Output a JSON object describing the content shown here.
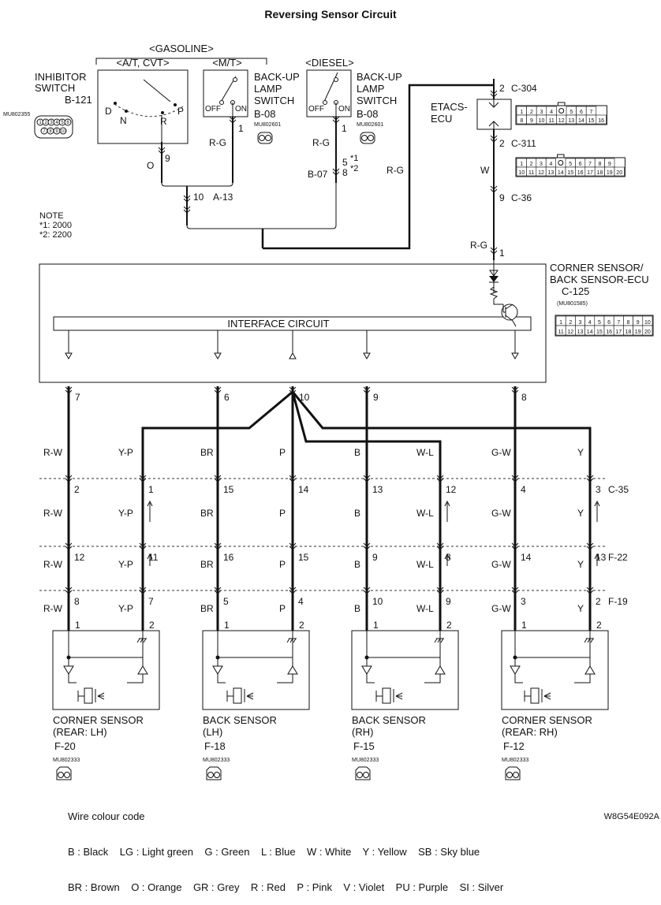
{
  "title": "Reversing Sensor Circuit",
  "variants": {
    "gasoline": "<GASOLINE>",
    "at_cvt": "<A/T, CVT>",
    "mt": "<M/T>",
    "diesel": "<DIESEL>"
  },
  "inhibitor": {
    "name1": "INHIBITOR",
    "name2": "SWITCH",
    "code": "B-121",
    "part": "MU802355",
    "pins": [
      "D",
      "N",
      "R",
      "P"
    ],
    "pin_row1": [
      "1",
      "2",
      "3",
      "4",
      "5",
      "6"
    ],
    "pin_row2": [
      "7",
      "8",
      "9",
      "10"
    ]
  },
  "backup_mt": {
    "l1": "BACK-UP",
    "l2": "LAMP",
    "l3": "SWITCH",
    "code": "B-08",
    "part": "MU802601",
    "off": "OFF",
    "on": "ON",
    "pin": "1",
    "wire": "R-G"
  },
  "backup_diesel": {
    "l1": "BACK-UP",
    "l2": "LAMP",
    "l3": "SWITCH",
    "code": "B-08",
    "part": "MU802601",
    "off": "OFF",
    "on": "ON",
    "pin": "1",
    "wire": "R-G"
  },
  "connector_b07": {
    "code": "B-07",
    "pin1": "5",
    "mark1": "*1",
    "pin2": "8",
    "mark2": "*2"
  },
  "inhib_out": {
    "wire": "O",
    "pin": "9"
  },
  "connector_a13": {
    "pin": "10",
    "code": "A-13"
  },
  "etacs": {
    "l1": "ETACS-",
    "l2": "ECU",
    "c304_pin": "2",
    "c304": "C-304",
    "c311_pin": "2",
    "c311": "C-311",
    "wire": "W",
    "c36_pin": "9",
    "c36": "C-36",
    "wire_rg": "R-G",
    "wire_rg2": "R-G",
    "ecu_pin": "1",
    "c304_row1": [
      "1",
      "2",
      "3",
      "4",
      "",
      "5",
      "6",
      "7"
    ],
    "c304_row2": [
      "8",
      "9",
      "10",
      "11",
      "12",
      "13",
      "14",
      "15",
      "16"
    ],
    "c311_row1": [
      "1",
      "2",
      "3",
      "4",
      "",
      "5",
      "6",
      "7",
      "8",
      "9"
    ],
    "c311_row2": [
      "10",
      "11",
      "12",
      "13",
      "14",
      "15",
      "16",
      "17",
      "18",
      "19",
      "20"
    ]
  },
  "note": {
    "title": "NOTE",
    "n1": "*1: 2000",
    "n2": "*2: 2200"
  },
  "ecu": {
    "l1": "CORNER SENSOR/",
    "l2": "BACK SENSOR-ECU",
    "code": "C-125",
    "part": "(MU801585)",
    "interface": "INTERFACE CIRCUIT",
    "row1": [
      "1",
      "2",
      "3",
      "4",
      "5",
      "6",
      "7",
      "8",
      "9",
      "10"
    ],
    "row2": [
      "11",
      "12",
      "13",
      "14",
      "15",
      "16",
      "17",
      "18",
      "19",
      "20"
    ]
  },
  "ecu_pins": [
    "7",
    "6",
    "10",
    "9",
    "8"
  ],
  "wire_labels": [
    "R-W",
    "Y-P",
    "BR",
    "P",
    "B",
    "W-L",
    "G-W",
    "Y"
  ],
  "c35": {
    "code": "C-35",
    "pins": [
      "2",
      "1",
      "15",
      "14",
      "13",
      "12",
      "4",
      "3"
    ]
  },
  "f22": {
    "code": "F-22",
    "pins": [
      "12",
      "11",
      "16",
      "15",
      "9",
      "8",
      "14",
      "13"
    ]
  },
  "f19": {
    "code": "F-19",
    "pins": [
      "8",
      "7",
      "5",
      "4",
      "10",
      "9",
      "3",
      "2"
    ]
  },
  "sensors": [
    {
      "l1": "CORNER SENSOR",
      "l2": "(REAR: LH)",
      "code": "F-20",
      "part": "MU802333",
      "p1": "1",
      "p2": "2"
    },
    {
      "l1": "BACK SENSOR",
      "l2": "(LH)",
      "code": "F-18",
      "part": "MU802333",
      "p1": "1",
      "p2": "2"
    },
    {
      "l1": "BACK SENSOR",
      "l2": "(RH)",
      "code": "F-15",
      "part": "MU802333",
      "p1": "1",
      "p2": "2"
    },
    {
      "l1": "CORNER SENSOR",
      "l2": "(REAR: RH)",
      "code": "F-12",
      "part": "MU802333",
      "p1": "1",
      "p2": "2"
    }
  ],
  "legend": {
    "heading": "Wire colour code",
    "line1": "B : Black    LG : Light green    G : Green    L : Blue    W : White    Y : Yellow    SB : Sky blue",
    "line2": "BR : Brown    O : Orange    GR : Grey    R : Red    P : Pink    V : Violet    PU : Purple    SI : Silver"
  },
  "figure_id": "W8G54E092A"
}
